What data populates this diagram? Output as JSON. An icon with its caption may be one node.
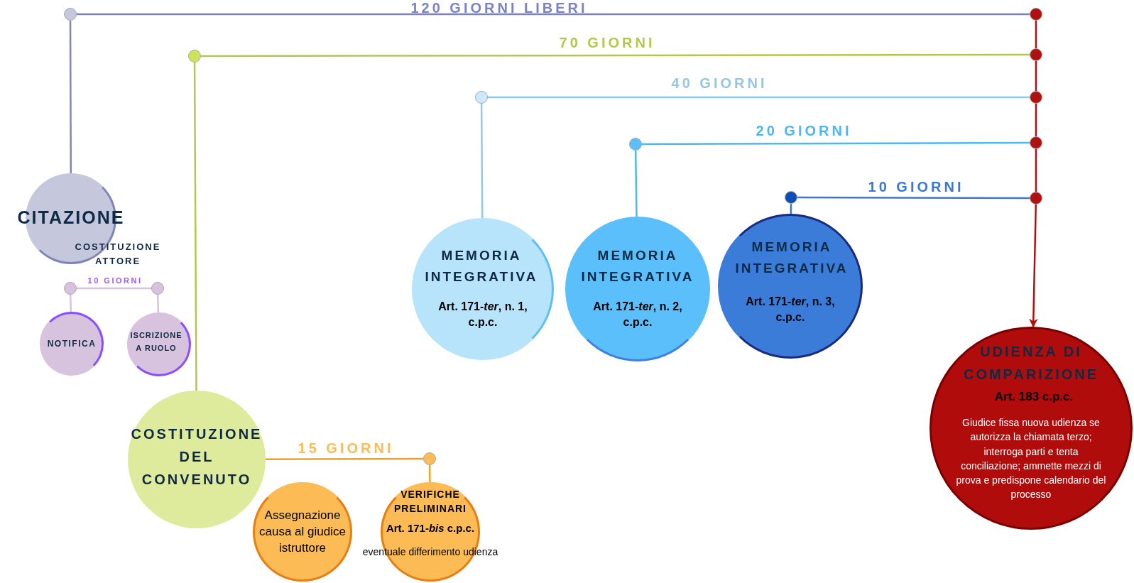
{
  "diagram": {
    "nodes": [
      {
        "text": [
          "CITAZIONE",
          "COSTITUZIONE ATTORE"
        ]
      },
      {
        "text": [
          "NOTIFICA"
        ]
      },
      {
        "text": [
          "ISCRIZIONE A RUOLO"
        ]
      },
      {
        "text": [
          "COSTITUZIONE DEL CONVENUTO"
        ]
      },
      {
        "text": [
          "Assegnazione causa al giudice istruttore"
        ]
      },
      {
        "text": [
          "VERIFICHE PRELIMINARI",
          "Art. 171-*bis* c.p.c.",
          "eventuale differimento udienza"
        ]
      },
      {
        "text": [
          "MEMORIA INTEGRATIVA",
          "Art. 171-*ter*, n. 1, c.p.c."
        ]
      },
      {
        "text": [
          "MEMORIA INTEGRATIVA",
          "Art. 171-*ter*, n. 2, c.p.c."
        ]
      },
      {
        "text": [
          "MEMORIA INTEGRATIVA",
          "Art. 171-*ter*, n. 3, c.p.c."
        ]
      },
      {
        "text": [
          "UDIENZA DI COMPARIZIONE",
          "Art. 183 c.p.c.",
          "Giudice fissa nuova udienza se autorizza la chiamata terzo; interroga parti e tenta conciliazione; ammette mezzi di prova e predispone calendario del processo"
        ]
      },
      {
        "text": [],
        "shape": "circle"
      },
      {
        "text": [],
        "shape": "circle"
      },
      {
        "text": [],
        "shape": "circle"
      },
      {
        "text": [],
        "shape": "circle"
      },
      {
        "text": [],
        "shape": "circle"
      },
      {
        "text": [],
        "shape": "circle"
      },
      {
        "text": [],
        "shape": "circle"
      },
      {
        "text": [],
        "shape": "circle"
      },
      {
        "text": [],
        "shape": "circle"
      },
      {
        "text": [],
        "shape": "circle"
      },
      {
        "text": [],
        "shape": "circle"
      },
      {
        "text": [],
        "shape": "circle"
      },
      {
        "text": [],
        "shape": "circle"
      }
    ],
    "edges": [
      {
        "from": 0,
        "to": 10,
        "arrow": "none",
        "color": "#7f86b5"
      },
      {
        "from": 10,
        "to": 11,
        "arrow": "none",
        "label": "120 GIORNI LIBERI",
        "color": "#7b83c4"
      },
      {
        "from": 3,
        "to": 12,
        "arrow": "none",
        "color": "#b3c84a"
      },
      {
        "from": 12,
        "to": 13,
        "arrow": "none",
        "label": "70 GIORNI",
        "color": "#b3c84a"
      },
      {
        "from": 6,
        "to": 14,
        "arrow": "none",
        "color": "#8ccbee"
      },
      {
        "from": 14,
        "to": 15,
        "arrow": "none",
        "label": "40 GIORNI",
        "color": "#8ccbee"
      },
      {
        "from": 7,
        "to": 16,
        "arrow": "none",
        "color": "#4ab8f5"
      },
      {
        "from": 16,
        "to": 17,
        "arrow": "none",
        "label": "20 GIORNI",
        "color": "#4ab8f5"
      },
      {
        "from": 8,
        "to": 18,
        "arrow": "none",
        "color": "#3a78d8"
      },
      {
        "from": 18,
        "to": 19,
        "arrow": "none",
        "label": "10 GIORNI",
        "color": "#3a78d8"
      },
      {
        "from": 11,
        "to": 13,
        "arrow": "none",
        "color": "#b01010"
      },
      {
        "from": 13,
        "to": 15,
        "arrow": "none",
        "color": "#b01010"
      },
      {
        "from": 15,
        "to": 17,
        "arrow": "none",
        "color": "#b01010"
      },
      {
        "from": 17,
        "to": 19,
        "arrow": "none",
        "color": "#b01010"
      },
      {
        "from": 19,
        "to": 9,
        "arrow": "to",
        "color": "#b01010"
      },
      {
        "from": 20,
        "to": 21,
        "arrow": "none",
        "label": "10 GIORNI",
        "color": "#d8c3df"
      },
      {
        "from": 20,
        "to": 1,
        "arrow": "none",
        "color": "#d8c3df"
      },
      {
        "from": 21,
        "to": 2,
        "arrow": "none",
        "color": "#d8c3df"
      },
      {
        "from": 3,
        "to": 22,
        "arrow": "none",
        "label": "15 GIORNI",
        "color": "#f7a020"
      },
      {
        "from": 22,
        "to": 5,
        "arrow": "none",
        "color": "#f7a020"
      }
    ]
  }
}
